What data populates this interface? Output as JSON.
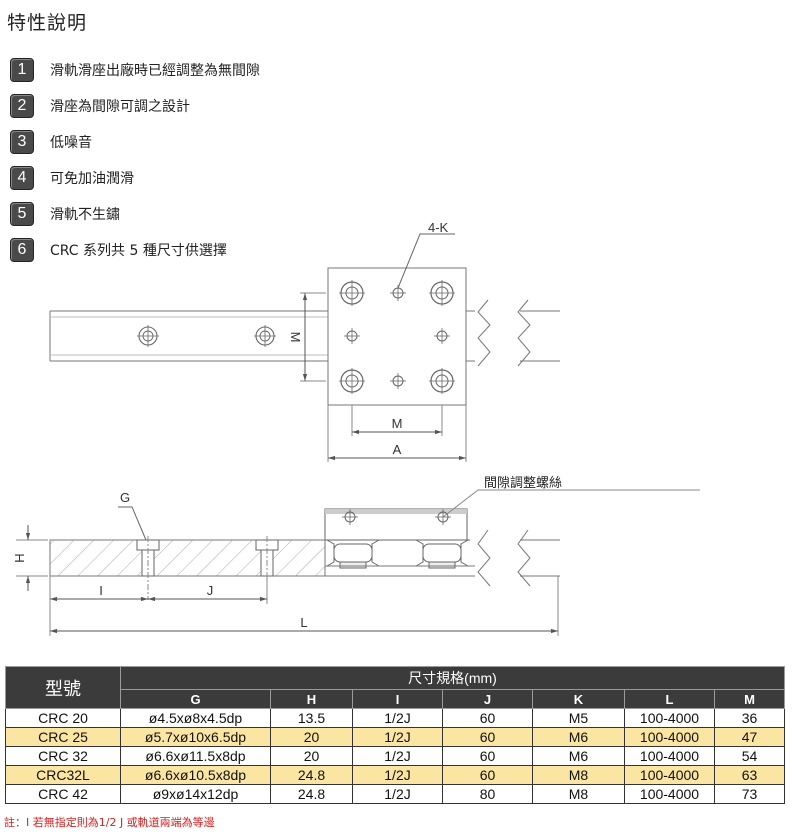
{
  "title": "特性說明",
  "features": [
    {
      "num": "1",
      "text": "滑軌滑座出廠時已經調整為無間隙"
    },
    {
      "num": "2",
      "text": "滑座為間隙可調之設計"
    },
    {
      "num": "3",
      "text": "低噪音"
    },
    {
      "num": "4",
      "text": "可免加油潤滑"
    },
    {
      "num": "5",
      "text": "滑軌不生鏽"
    },
    {
      "num": "6",
      "text": "CRC 系列共 5 種尺寸供選擇"
    }
  ],
  "drawing": {
    "top_labels": {
      "k": "4-K",
      "m_vertical": "M",
      "m_horizontal": "M",
      "a": "A"
    },
    "side_labels": {
      "g": "G",
      "h": "H",
      "i": "I",
      "j": "J",
      "l": "L",
      "screw": "間隙調整螺絲"
    }
  },
  "table": {
    "model_header": "型號",
    "group_header": "尺寸規格(mm)",
    "columns": [
      "G",
      "H",
      "I",
      "J",
      "K",
      "L",
      "M"
    ],
    "rows": [
      {
        "model": "CRC 20",
        "g": "ø4.5xø8x4.5dp",
        "h": "13.5",
        "i": "1/2J",
        "j": "60",
        "k": "M5",
        "l": "100-4000",
        "m": "36",
        "highlight": false
      },
      {
        "model": "CRC 25",
        "g": "ø5.7xø10x6.5dp",
        "h": "20",
        "i": "1/2J",
        "j": "60",
        "k": "M6",
        "l": "100-4000",
        "m": "47",
        "highlight": true
      },
      {
        "model": "CRC 32",
        "g": "ø6.6xø11.5x8dp",
        "h": "20",
        "i": "1/2J",
        "j": "60",
        "k": "M6",
        "l": "100-4000",
        "m": "54",
        "highlight": false
      },
      {
        "model": "CRC32L",
        "g": "ø6.6xø10.5x8dp",
        "h": "24.8",
        "i": "1/2J",
        "j": "60",
        "k": "M8",
        "l": "100-4000",
        "m": "63",
        "highlight": true
      },
      {
        "model": "CRC 42",
        "g": "ø9xø14x12dp",
        "h": "24.8",
        "i": "1/2J",
        "j": "80",
        "k": "M8",
        "l": "100-4000",
        "m": "73",
        "highlight": false
      }
    ]
  },
  "note": "註：I 若無指定則為1/2 J 或軌道兩端為等邊",
  "colors": {
    "header_bg": "#3b3b3b",
    "highlight_row": "#fbe5a3",
    "note": "#d42020"
  }
}
